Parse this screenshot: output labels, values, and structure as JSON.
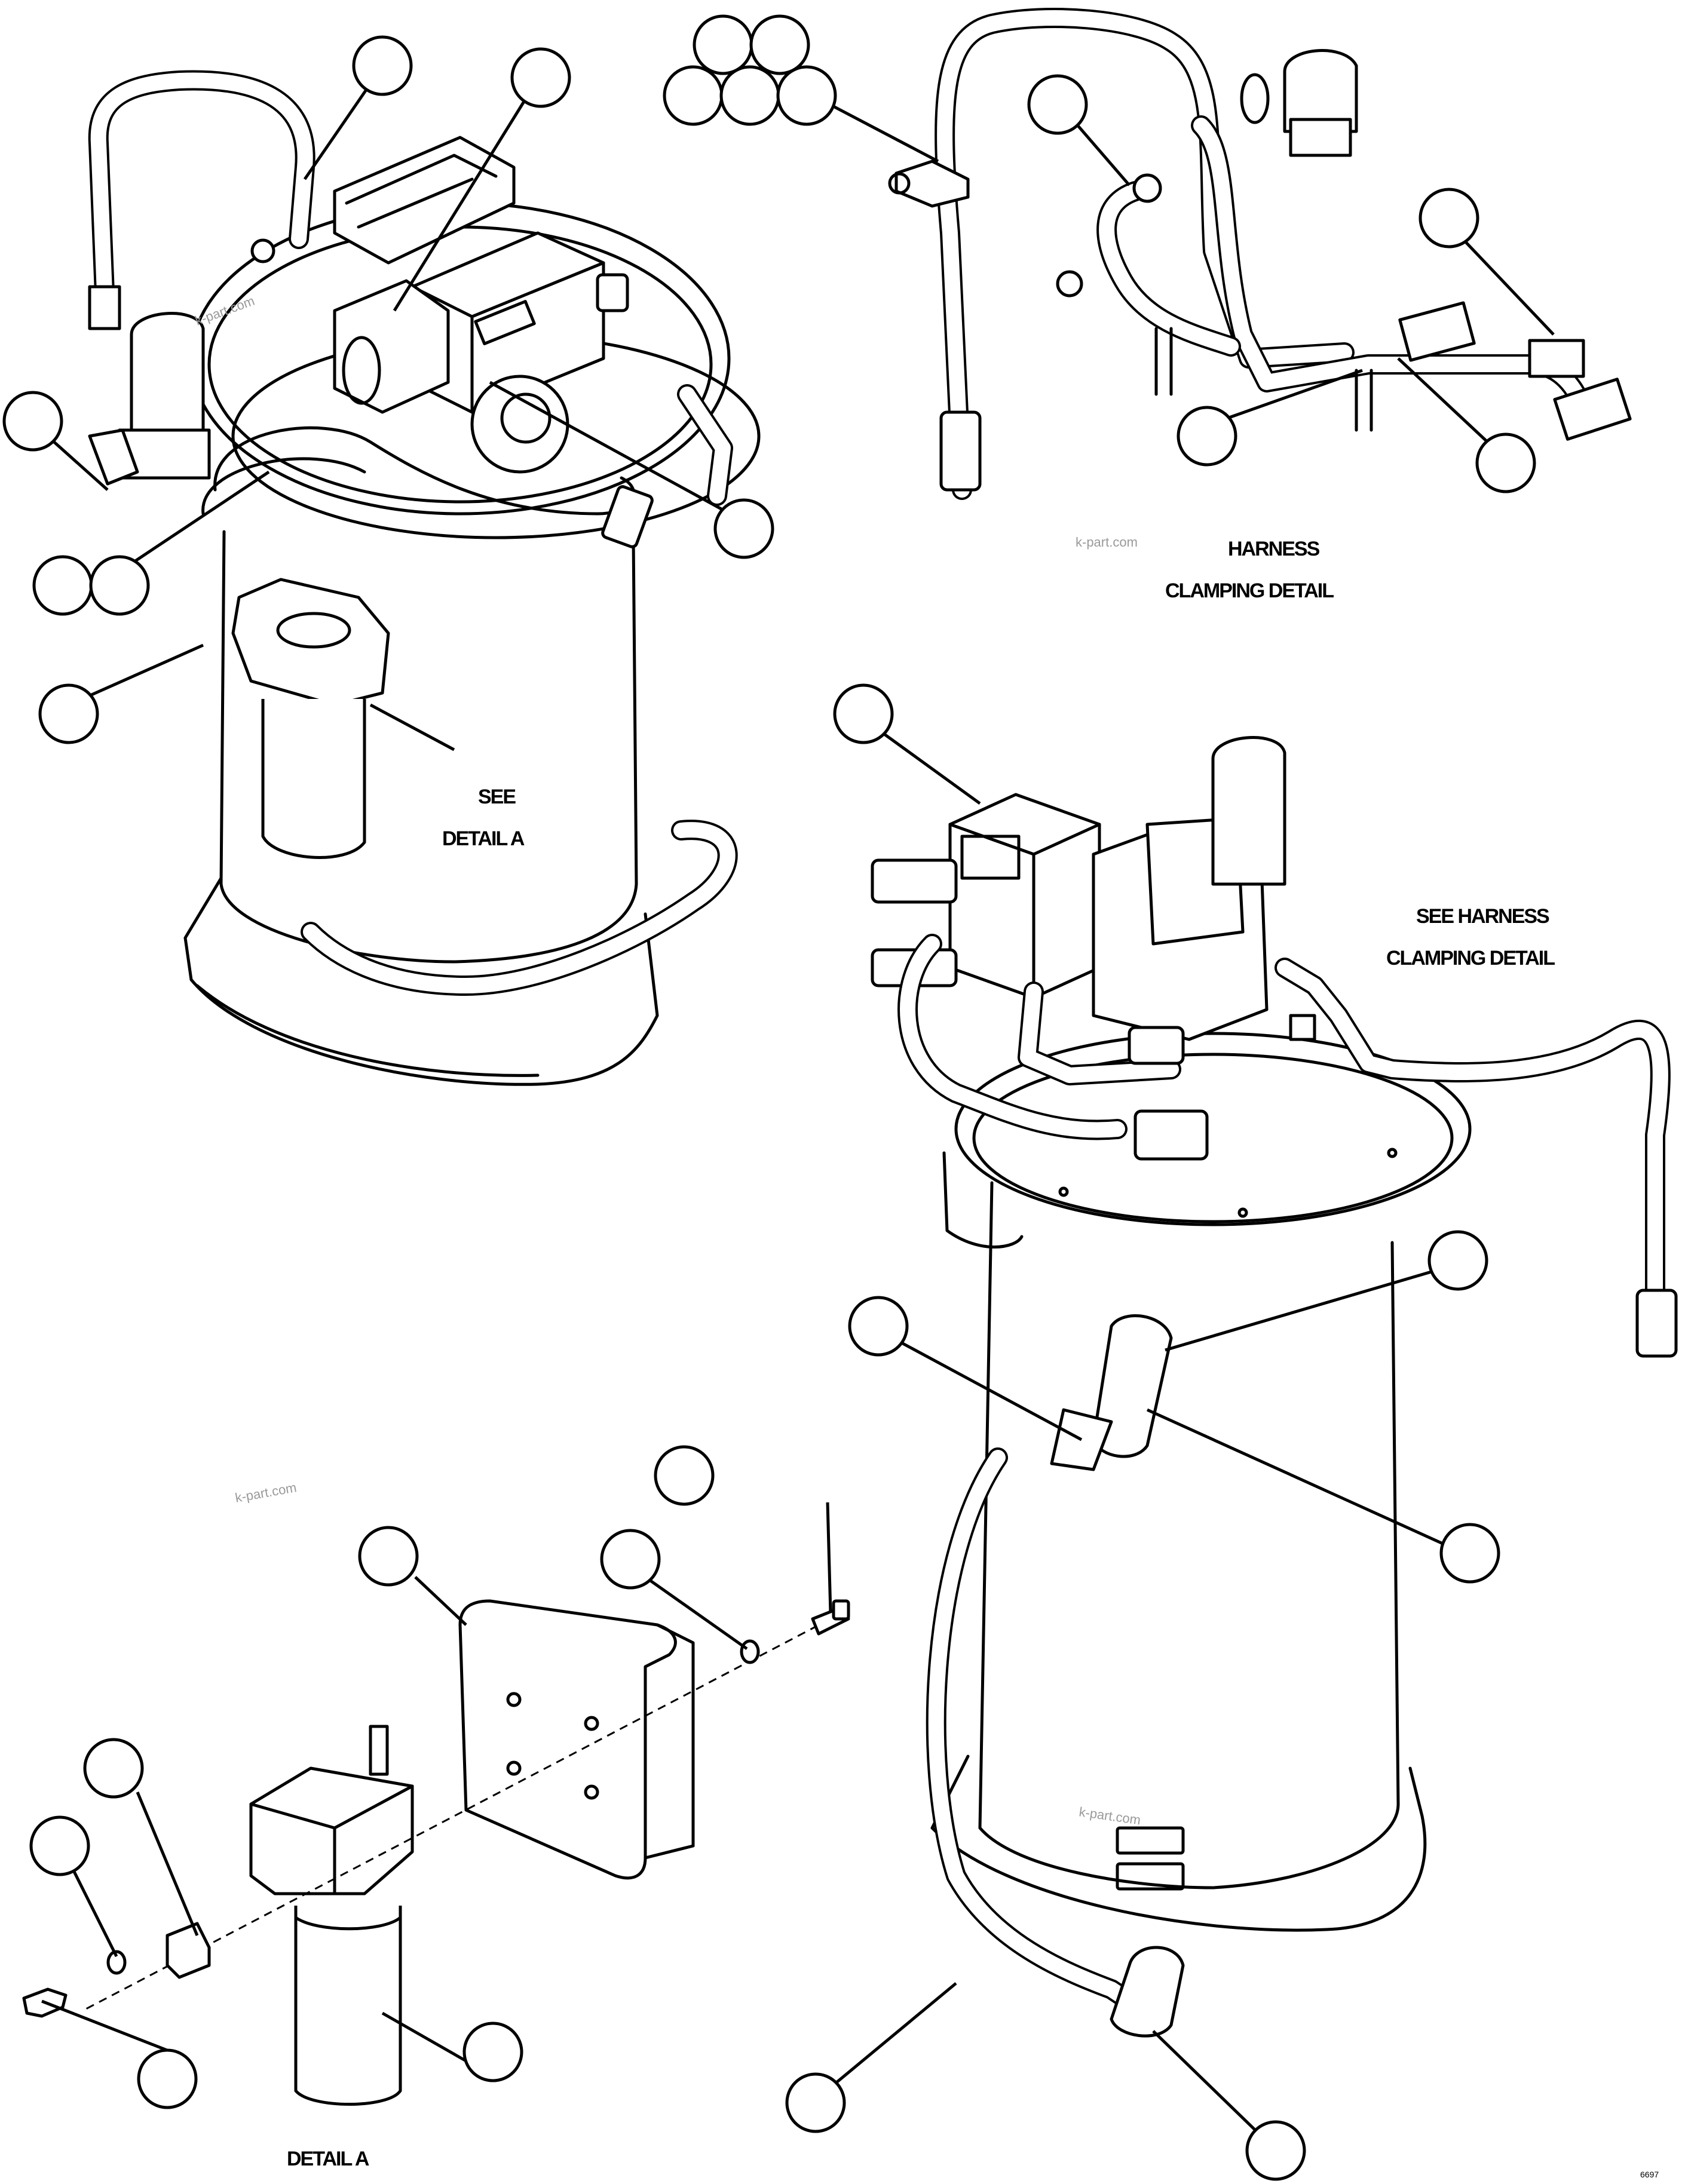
{
  "labels": {
    "see_detail_a_line1": "SEE",
    "see_detail_a_line2": "DETAIL A",
    "harness_line1": "HARNESS",
    "harness_line2": "CLAMPING DETAIL",
    "see_harness_line1": "SEE HARNESS",
    "see_harness_line2": "CLAMPING DETAIL",
    "detail_a_title": "DETAIL A"
  },
  "watermarks": [
    "k-part.com",
    "k-part.com",
    "k-part.com",
    "k-part.com"
  ],
  "sheet_number": "6697",
  "colors": {
    "line": "#000000",
    "paper": "#ffffff",
    "watermark": "#9a9a9a"
  }
}
